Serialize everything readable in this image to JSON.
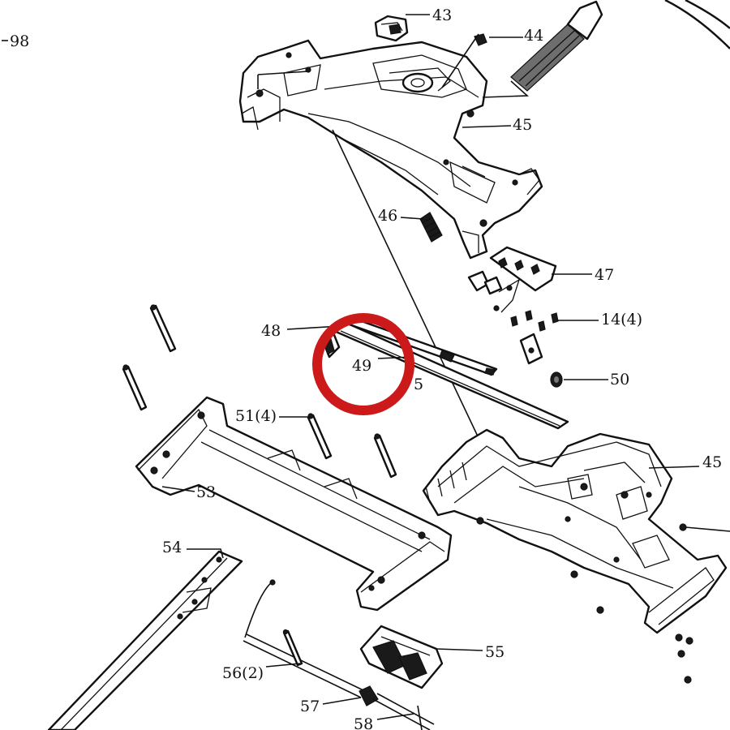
{
  "callouts": {
    "c98": "98",
    "c43": "43",
    "c44": "44",
    "c45a": "45",
    "c46": "46",
    "c47": "47",
    "c14": "14(4)",
    "c48": "48",
    "c49": "49",
    "c5": "5",
    "c50": "50",
    "c51": "51(4)",
    "c45b": "45",
    "c53": "53",
    "c54": "54",
    "c55": "55",
    "c56": "56(2)",
    "c57": "57",
    "c58": "58"
  },
  "highlight": {
    "shape": "circle",
    "color": "#cc1a1a"
  }
}
